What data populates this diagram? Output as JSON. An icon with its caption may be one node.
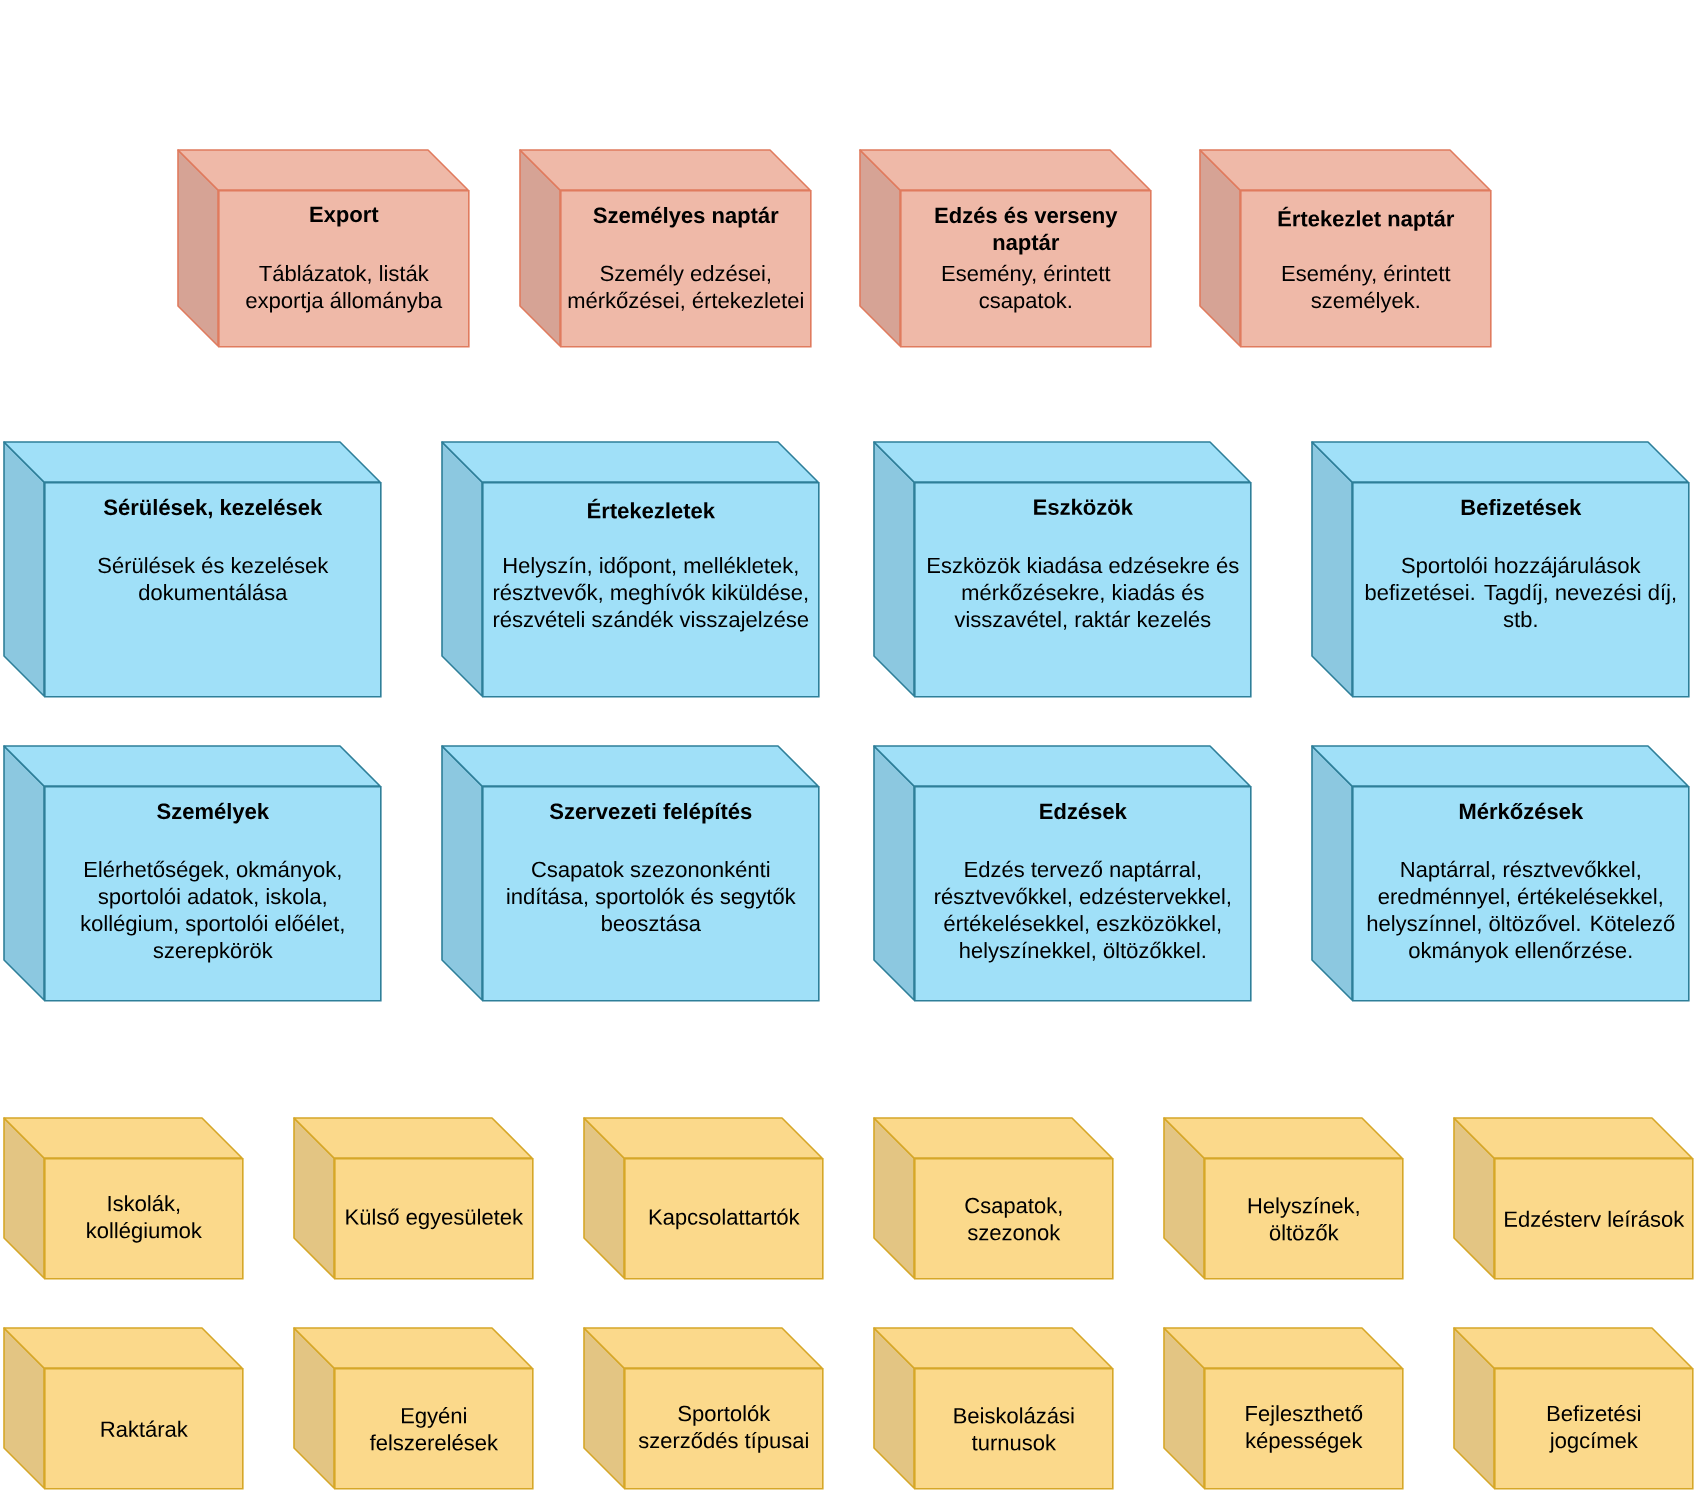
{
  "diagram": {
    "nodes": [
      {
        "text": [
          "Export",
          "Táblázatok, listák exportja állományba"
        ]
      },
      {
        "text": [
          "Személyes naptár",
          "Személy edzései, mérkőzései, értekezletei"
        ]
      },
      {
        "text": [
          "Edzés és verseny naptár",
          "Esemény, érintett csapatok."
        ]
      },
      {
        "text": [
          "Értekezlet naptár",
          "Esemény, érintett személyek."
        ]
      },
      {
        "text": [
          "Sérülések, kezelések",
          "Sérülések és kezelések dokumentálása"
        ]
      },
      {
        "text": [
          "Értekezletek",
          "Helyszín, időpont, mellékletek, résztvevők, meghívók kiküldése, részvételi szándék visszajelzése"
        ]
      },
      {
        "text": [
          "Eszközök",
          "Eszközök kiadása edzésekre és mérkőzésekre, kiadás és visszavétel, raktár kezelés"
        ]
      },
      {
        "text": [
          "Befizetések",
          "Sportolói hozzájárulások befizetései. Tagdíj, nevezési díj, stb."
        ]
      },
      {
        "text": [
          "Személyek",
          "Elérhetőségek, okmányok, sportolói adatok, iskola, kollégium, sportolói előélet, szerepkörök"
        ]
      },
      {
        "text": [
          "Szervezeti felépítés",
          "Csapatok szezononkénti indítása, sportolók és segytők beosztása"
        ]
      },
      {
        "text": [
          "Edzések",
          "Edzés tervező naptárral, résztvevőkkel, edzéstervekkel, értékelésekkel, eszközökkel, helyszínekkel, öltözőkkel."
        ]
      },
      {
        "text": [
          "Mérkőzések",
          "Naptárral, résztvevőkkel, eredménnyel, értékelésekkel, helyszínnel, öltözővel. Kötelező okmányok ellenőrzése."
        ]
      },
      {
        "text": [
          "Iskolák, kollégiumok"
        ]
      },
      {
        "text": [
          "Külső egyesületek"
        ]
      },
      {
        "text": [
          "Kapcsolattartók"
        ]
      },
      {
        "text": [
          "Csapatok, szezonok"
        ]
      },
      {
        "text": [
          "Helyszínek, öltözők"
        ]
      },
      {
        "text": [
          "Edzésterv leírások"
        ]
      },
      {
        "text": [
          "Raktárak"
        ]
      },
      {
        "text": [
          "Egyéni felszerelések"
        ]
      },
      {
        "text": [
          "Sportolók szerződés típusai"
        ]
      },
      {
        "text": [
          "Beiskolázási turnusok"
        ]
      },
      {
        "text": [
          "Fejleszthető képességek"
        ]
      },
      {
        "text": [
          "Befizetési jogcímek"
        ]
      }
    ]
  }
}
